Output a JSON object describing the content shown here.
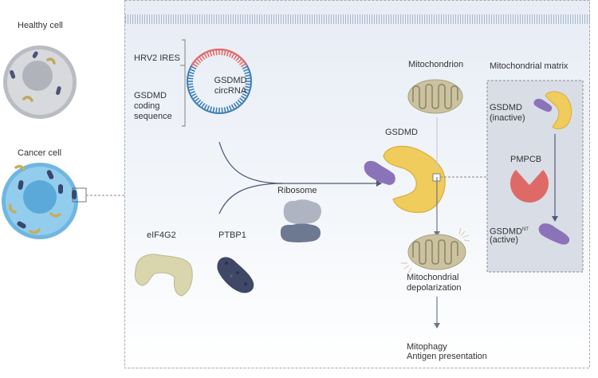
{
  "cells": {
    "healthy_label": "Healthy cell",
    "cancer_label": "Cancer cell"
  },
  "construct": {
    "ires_label": "HRV2 IRES",
    "coding_label": "GSDMD coding sequence",
    "circ_label": "GSDMD circRNA"
  },
  "factors": {
    "eif4g2": "eIF4G2",
    "ptbp1": "PTBP1",
    "ribosome": "Ribosome"
  },
  "mito": {
    "mitochondrion": "Mitochondrion",
    "gsdmd": "GSDMD",
    "depolarization": "Mitochondrial depolarization",
    "outcome_1": "Mitophagy",
    "outcome_2": "Antigen presentation"
  },
  "matrix": {
    "title": "Mitochondrial matrix",
    "gsdmd_inactive": "GSDMD (inactive)",
    "pmpcb": "PMPCB",
    "gsdmd_nt_main": "GSDMD",
    "gsdmd_nt_sup": "NT",
    "active": "(active)"
  },
  "colors": {
    "membrane_blue": "#cfd8ea",
    "cancer_cell": "#7fc2e6",
    "gsdmd_yellow": "#f1cd5f",
    "gsdmd_nt_purple": "#8a72b8",
    "pmpcb_red": "#df6a68",
    "mito_beige": "#cfc7a4",
    "ires_red": "#e46a6a",
    "coding_blue": "#3d7fb8"
  }
}
